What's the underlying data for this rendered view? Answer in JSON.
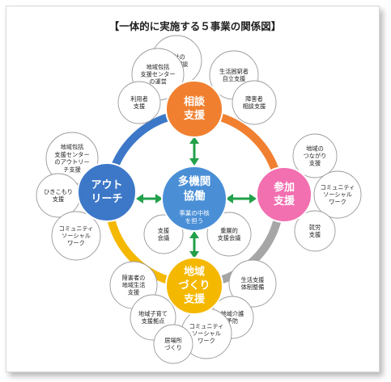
{
  "title": "【一体的に実施する５事業の関係図】",
  "center": {
    "lines": [
      "多機関",
      "協働"
    ],
    "sub": [
      "事業の中核",
      "を担う"
    ],
    "color": "#4a8fd6"
  },
  "hubs": {
    "top": {
      "lines": [
        "相談",
        "支援"
      ],
      "color": "#f08030"
    },
    "right": {
      "lines": [
        "参加",
        "支援"
      ],
      "color": "#f26fb0"
    },
    "bottom": {
      "lines": [
        "地域",
        "づくり",
        "支援"
      ],
      "color": "#f5b800"
    },
    "left": {
      "lines": [
        "アウト",
        "リーチ"
      ],
      "color": "#3d78c8"
    }
  },
  "ring_colors": {
    "top_right": "#f08030",
    "right_bottom": "#a6a6a6",
    "bottom_left": "#f5b800",
    "left_top": "#3d78c8"
  },
  "arrow_color": "#22a04a",
  "bubbles": {
    "top_1": [
      "福祉の",
      "総合相談"
    ],
    "top_2": [
      "地域包括",
      "支援センター",
      "の運営"
    ],
    "top_3": [
      "生活困窮者",
      "自立支援"
    ],
    "top_4": [
      "利用者",
      "支援"
    ],
    "top_5": [
      "障害者",
      "相談支援"
    ],
    "right_1": [
      "地域の",
      "つながり",
      "支援"
    ],
    "right_2": [
      "コミュニティ",
      "ソーシャル",
      "ワーク"
    ],
    "right_3": [
      "就労",
      "支援"
    ],
    "left_1": [
      "地域包括",
      "支援センター",
      "のアウトリー",
      "チ支援"
    ],
    "left_2": [
      "ひきこもり",
      "支援"
    ],
    "left_3": [
      "コミュニティ",
      "ソーシャル",
      "ワーク"
    ],
    "center_1": [
      "支援",
      "会議"
    ],
    "center_2": [
      "重層的",
      "支援会議"
    ],
    "bottom_1": [
      "障害者の",
      "地域生活",
      "支援"
    ],
    "bottom_2": [
      "生活支援",
      "体制整備"
    ],
    "bottom_3": [
      "地域子育て",
      "支援拠点"
    ],
    "bottom_4": [
      "地域介護",
      "予防"
    ],
    "bottom_5": [
      "コミュニティ",
      "ソーシャル",
      "ワーク"
    ],
    "bottom_6": [
      "居場所",
      "づくり"
    ]
  }
}
